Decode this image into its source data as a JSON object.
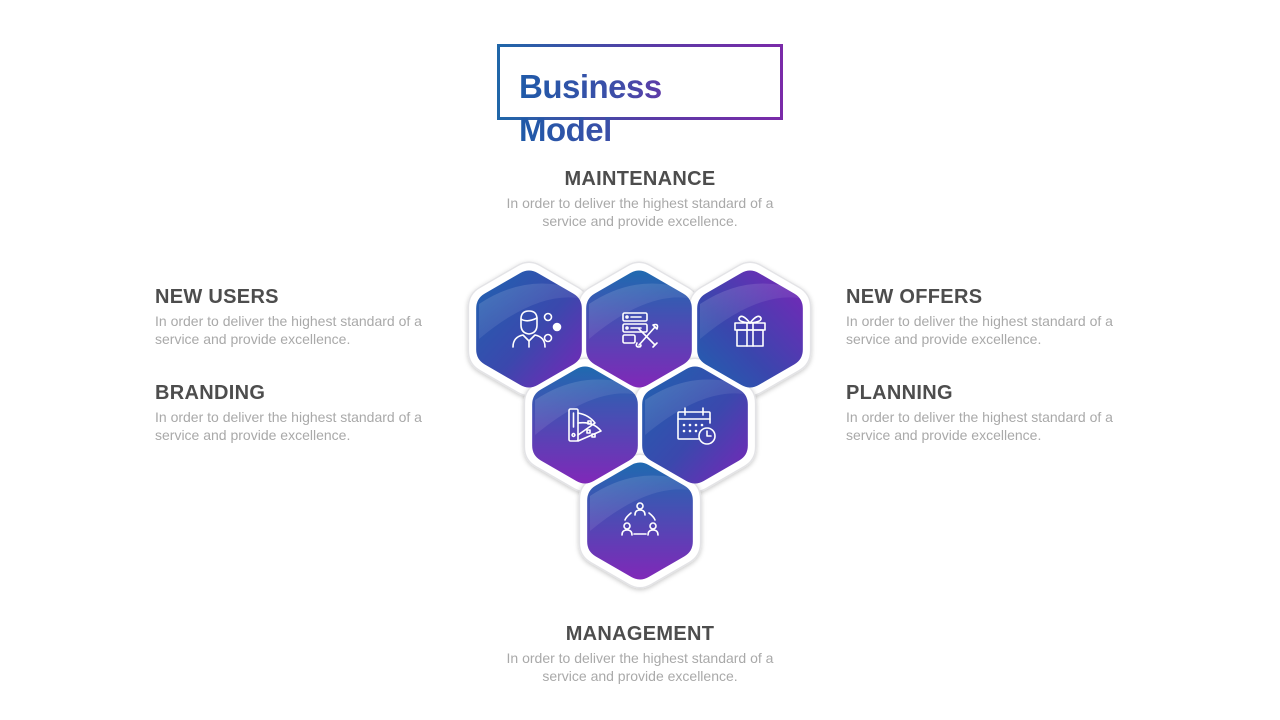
{
  "title": "Business Model",
  "sections": {
    "maintenance": {
      "heading": "MAINTENANCE",
      "desc": "In order to deliver the highest standard of a service and provide excellence."
    },
    "new_users": {
      "heading": "NEW USERS",
      "desc": "In order to deliver the highest standard of a service and provide excellence."
    },
    "branding": {
      "heading": "BRANDING",
      "desc": "In order to deliver the highest standard of a service and provide excellence."
    },
    "new_offers": {
      "heading": "NEW OFFERS",
      "desc": "In order to deliver the highest standard of a service and provide excellence."
    },
    "planning": {
      "heading": "PLANNING",
      "desc": "In order to deliver the highest standard of a service and provide excellence."
    },
    "management": {
      "heading": "MANAGEMENT",
      "desc": "In order to deliver the highest standard of a service and provide excellence."
    }
  },
  "hexagons": [
    {
      "icon": "user-icon"
    },
    {
      "icon": "server-tools-icon"
    },
    {
      "icon": "gift-icon"
    },
    {
      "icon": "color-palette-icon"
    },
    {
      "icon": "calendar-clock-icon"
    },
    {
      "icon": "team-network-icon"
    }
  ],
  "colors": {
    "gradient_blue": "#1f63b0",
    "gradient_purple": "#7a25b8",
    "heading_text": "#4d4d4d",
    "desc_text": "#a9a9a9"
  }
}
